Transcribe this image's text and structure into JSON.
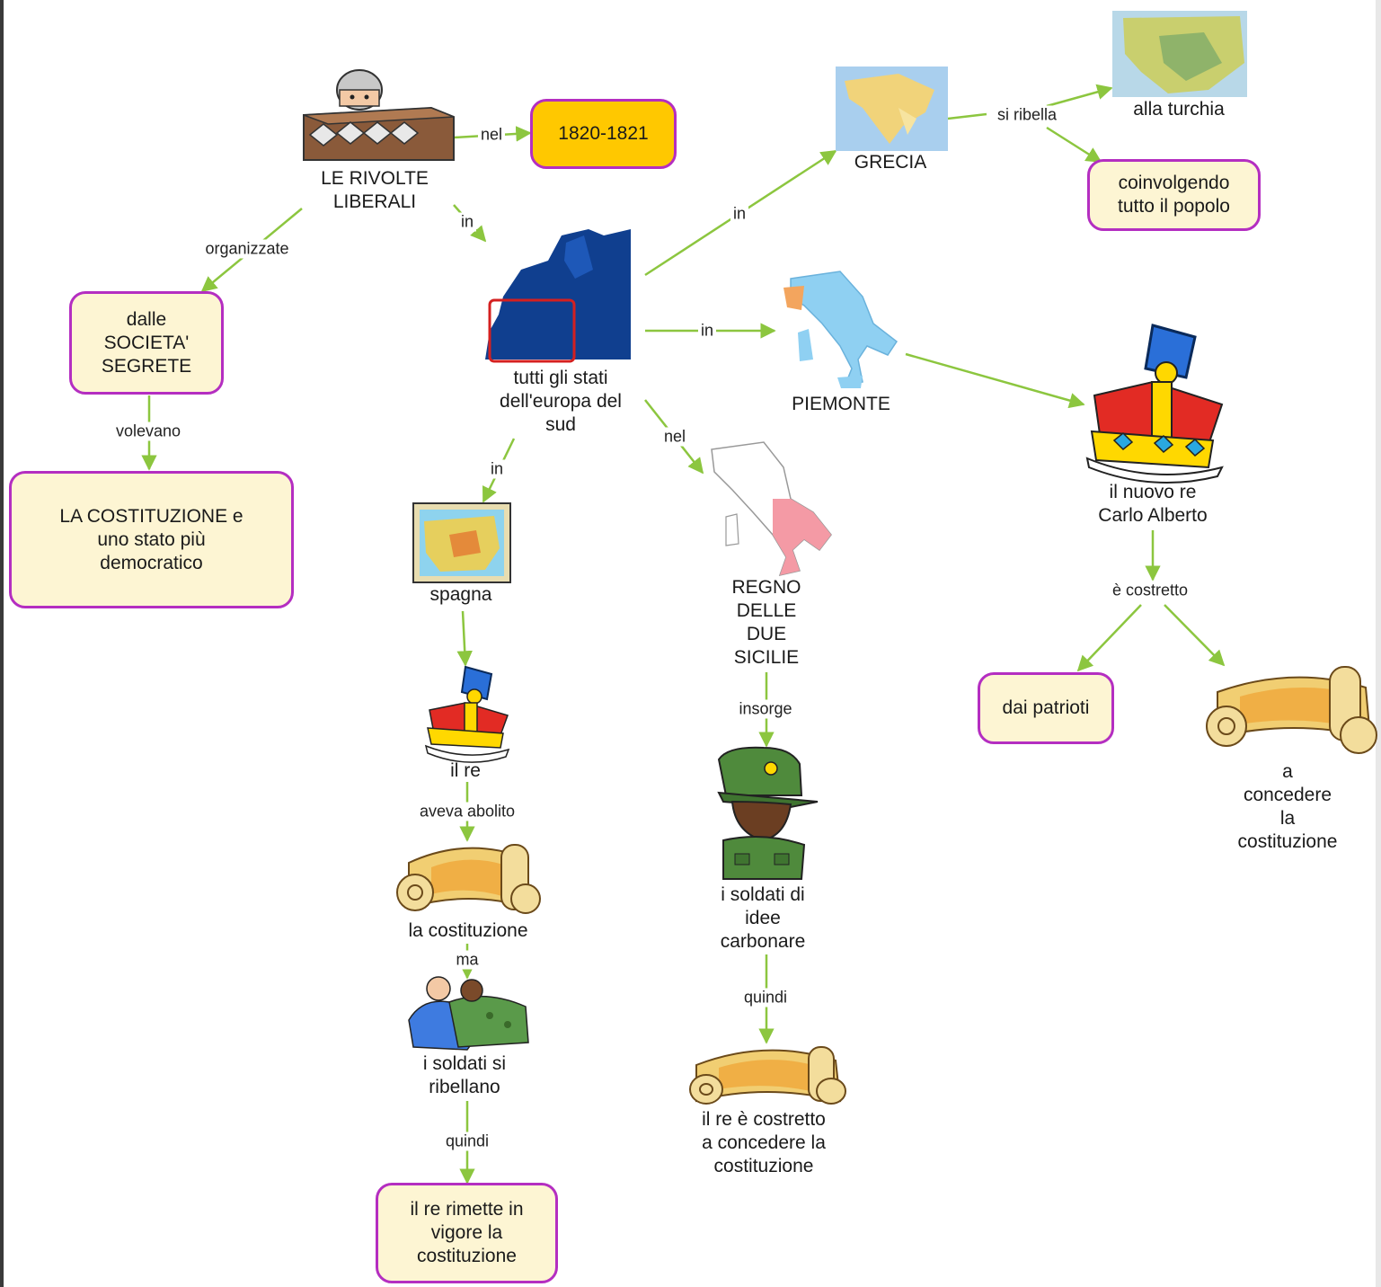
{
  "diagram": {
    "colors": {
      "node_border": "#b42ec1",
      "node_fill": "#fdf5d3",
      "highlight_fill": "#ffc800",
      "link": "#8cc63f",
      "text": "#1a1a1a"
    },
    "nodes": {
      "rivolte": "LE RIVOLTE\nLIBERALI",
      "anni": "1820-1821",
      "societa": "dalle\nSOCIETA'\nSEGRETE",
      "costituzione_dem": "LA COSTITUZIONE e\nuno stato più\ndemocratico",
      "stati_sud": "tutti gli stati\ndell'europa del\nsud",
      "grecia": "GRECIA",
      "turchia": "alla turchia",
      "popolo": "coinvolgendo\ntutto il popolo",
      "piemonte": "PIEMONTE",
      "carlo_alberto": "il nuovo re\nCarlo Alberto",
      "patrioti": "dai patrioti",
      "concedere": "a concedere la\ncostituzione",
      "spagna": "spagna",
      "il_re": "il re",
      "la_costituzione": "la costituzione",
      "soldati_ribellano": "i soldati si\nribellano",
      "rimette": "il re rimette in\nvigore la\ncostituzione",
      "due_sicilie": "REGNO\nDELLE\nDUE\nSICILIE",
      "soldati_carbonari": "i soldati di\nidee\ncarbonare",
      "re_costretto": "il re è costretto\na concedere la\ncostituzione"
    },
    "links": {
      "nel_1": "nel",
      "in_1": "in",
      "organizzate": "organizzate",
      "volevano": "volevano",
      "in_grecia": "in",
      "si_ribella": "si ribella",
      "in_piemonte": "in",
      "nel_sicilie": "nel",
      "in_spagna": "in",
      "e_costretto": "è costretto",
      "aveva_abolito": "aveva abolito",
      "ma": "ma",
      "quindi_1": "quindi",
      "insorge": "insorge",
      "quindi_2": "quindi"
    },
    "icons": {
      "rivolte": "soldier-behind-wall-icon",
      "europe": "europe-map-icon",
      "greece": "greece-map-icon",
      "turkey": "ottoman-map-icon",
      "italy": "italy-map-icon",
      "crown": "crown-icon",
      "spain": "spain-map-icon",
      "scroll": "scroll-icon",
      "soldiers": "fighting-soldiers-icon",
      "soldier": "soldier-icon"
    }
  }
}
